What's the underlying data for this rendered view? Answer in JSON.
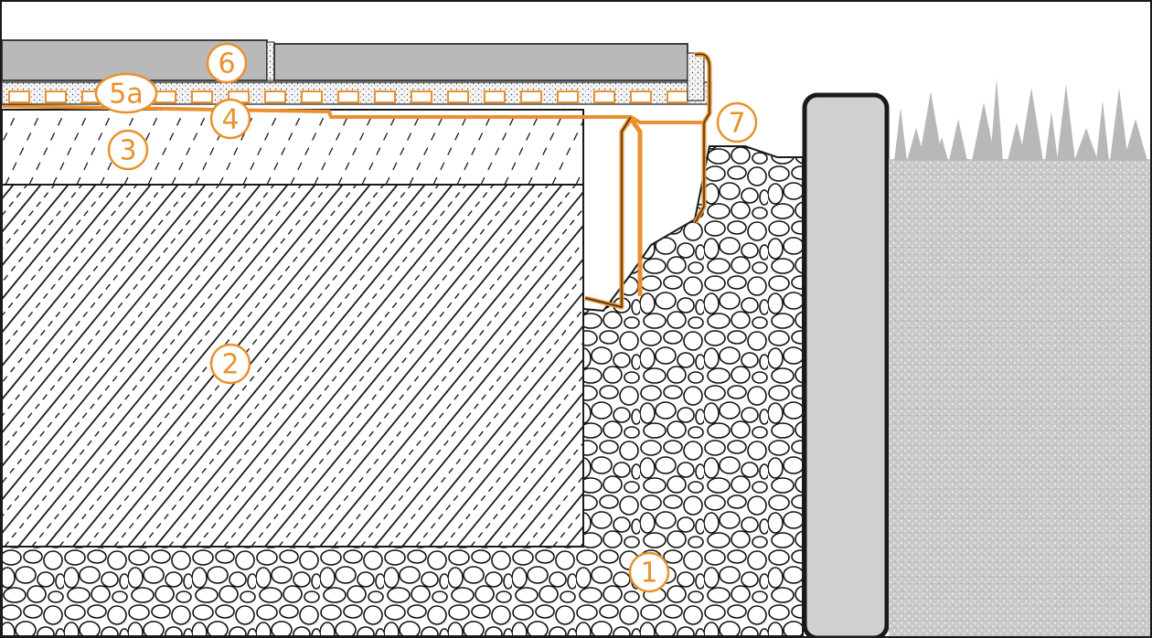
{
  "diagram": {
    "callouts": [
      {
        "id": "1",
        "label": "1"
      },
      {
        "id": "2",
        "label": "2"
      },
      {
        "id": "3",
        "label": "3"
      },
      {
        "id": "4",
        "label": "4"
      },
      {
        "id": "5a",
        "label": "5a"
      },
      {
        "id": "6",
        "label": "6"
      },
      {
        "id": "7",
        "label": "7"
      }
    ],
    "colors": {
      "accent": "#e8912d",
      "tile": "#b9b9b9",
      "curb": "#d0d0d0",
      "soil": "#c7c7c7",
      "grass": "#bdbdbd",
      "ink": "#1a1a1a"
    }
  }
}
